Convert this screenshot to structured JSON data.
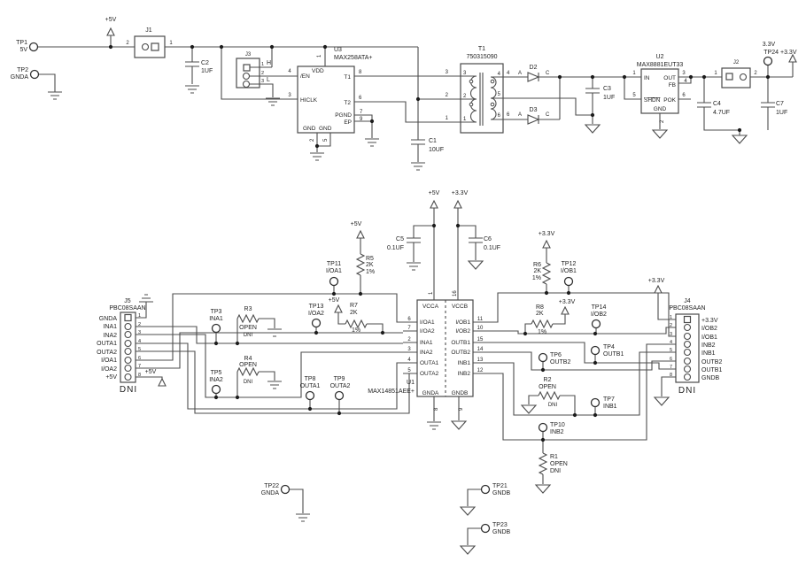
{
  "rails": {
    "p5": "+5V",
    "p33": "+3.3V"
  },
  "testpoints": {
    "tp1": {
      "ref": "TP1",
      "net": "5V"
    },
    "tp2": {
      "ref": "TP2",
      "net": "GNDA"
    },
    "tp3": {
      "ref": "TP3",
      "net": "INA1"
    },
    "tp4": {
      "ref": "TP4",
      "net": "OUTB1"
    },
    "tp5": {
      "ref": "TP5",
      "net": "INA2"
    },
    "tp6": {
      "ref": "TP6",
      "net": "OUTB2"
    },
    "tp7": {
      "ref": "TP7",
      "net": "INB1"
    },
    "tp8": {
      "ref": "TP8",
      "net": "OUTA1"
    },
    "tp9": {
      "ref": "TP9",
      "net": "OUTA2"
    },
    "tp10": {
      "ref": "TP10",
      "net": "INB2"
    },
    "tp11": {
      "ref": "TP11",
      "net": "I/OA1"
    },
    "tp12": {
      "ref": "TP12",
      "net": "I/OB1"
    },
    "tp13": {
      "ref": "TP13",
      "net": "I/OA2"
    },
    "tp14": {
      "ref": "TP14",
      "net": "I/OB2"
    },
    "tp21": {
      "ref": "TP21",
      "net": "GNDB"
    },
    "tp22": {
      "ref": "TP22",
      "net": "GNDA"
    },
    "tp23": {
      "ref": "TP23",
      "net": "GNDB"
    },
    "tp24": {
      "ref": "TP24",
      "net": "+3.3V",
      "rail": "3.3V"
    }
  },
  "connectors": {
    "j1": {
      "ref": "J1",
      "pin2": "2",
      "pin1": "1"
    },
    "j2": {
      "ref": "J2",
      "pin1": "1",
      "pin2": "2"
    },
    "j3": {
      "ref": "J3",
      "pins": [
        "1",
        "2",
        "3"
      ],
      "h": "H",
      "l": "L",
      "en_pin": "4"
    },
    "j5": {
      "ref": "J5",
      "part": "PBC08SAAN",
      "dni": "DNI",
      "nums": [
        "1",
        "2",
        "3",
        "4",
        "5",
        "6",
        "7",
        "8"
      ],
      "sigs": [
        "GNDA",
        "INA1",
        "INA2",
        "OUTA1",
        "OUTA2",
        "I/OA1",
        "I/OA2",
        "+5V"
      ]
    },
    "j4": {
      "ref": "J4",
      "part": "PBC08SAAN",
      "dni": "DNI",
      "nums": [
        "1",
        "2",
        "3",
        "4",
        "5",
        "6",
        "7",
        "8"
      ],
      "sigs": [
        "+3.3V",
        "I/OB2",
        "I/OB1",
        "INB2",
        "INB1",
        "OUTB2",
        "OUTB1",
        "GNDB"
      ]
    }
  },
  "u3": {
    "ref": "U3",
    "part": "MAX258ATA+",
    "en": "/EN",
    "vdd": "VDD",
    "hiclk": "HICLK",
    "t1": "T1",
    "t2": "T2",
    "pgnd": "PGND",
    "ep": "EP",
    "gnd": "GND",
    "n1": "1",
    "n2": "2",
    "n3": "3",
    "n4": "4",
    "n5": "5",
    "n6": "6",
    "n7": "7",
    "n8": "8",
    "n9": "9"
  },
  "u2": {
    "ref": "U2",
    "part": "MAX8881EUT33",
    "in": "IN",
    "out": "OUT",
    "fb": "FB",
    "shdn": "SHDN",
    "pok": "POK",
    "gnd": "GND",
    "n1": "1",
    "n2": "2",
    "n3": "3",
    "n4": "4",
    "n5": "5",
    "n6": "6"
  },
  "u1": {
    "ref": "U1",
    "part": "MAX14851AEE+",
    "vcca": "VCCA",
    "vccb": "VCCB",
    "gnda": "GNDA",
    "gndb": "GNDB",
    "n1": "1",
    "n16": "16",
    "n8": "8",
    "n9": "9",
    "left": [
      {
        "name": "I/OA1",
        "num": "6"
      },
      {
        "name": "I/OA2",
        "num": "7"
      },
      {
        "name": "INA1",
        "num": "2"
      },
      {
        "name": "INA2",
        "num": "3"
      },
      {
        "name": "OUTA1",
        "num": "4"
      },
      {
        "name": "OUTA2",
        "num": "5"
      }
    ],
    "right": [
      {
        "name": "I/OB1",
        "num": "11"
      },
      {
        "name": "I/OB2",
        "num": "10"
      },
      {
        "name": "OUTB1",
        "num": "15"
      },
      {
        "name": "OUTB2",
        "num": "14"
      },
      {
        "name": "INB1",
        "num": "13"
      },
      {
        "name": "INB2",
        "num": "12"
      }
    ]
  },
  "t1": {
    "ref": "T1",
    "part": "750315090",
    "lnums": [
      "3",
      "2",
      "1"
    ],
    "rnums": [
      "4",
      "5",
      "6"
    ],
    "a": "A",
    "c": "C"
  },
  "diodes": {
    "d2": "D2",
    "d3": "D3"
  },
  "caps": {
    "c1": {
      "ref": "C1",
      "val": "10UF"
    },
    "c2": {
      "ref": "C2",
      "val": "1UF"
    },
    "c3": {
      "ref": "C3",
      "val": "1UF"
    },
    "c4": {
      "ref": "C4",
      "val": "4.7UF"
    },
    "c5": {
      "ref": "C5",
      "val": "0.1UF"
    },
    "c6": {
      "ref": "C6",
      "val": "0.1UF"
    },
    "c7": {
      "ref": "C7",
      "val": "1UF"
    }
  },
  "resistors": {
    "r1": {
      "ref": "R1",
      "val": "OPEN",
      "note": "DNI"
    },
    "r2": {
      "ref": "R2",
      "val": "OPEN",
      "note": "DNI"
    },
    "r3": {
      "ref": "R3",
      "val": "OPEN",
      "note": "DNI"
    },
    "r4": {
      "ref": "R4",
      "val": "OPEN",
      "note": "DNI"
    },
    "r5": {
      "ref": "R5",
      "val": "2K",
      "tol": "1%"
    },
    "r6": {
      "ref": "R6",
      "val": "2K",
      "tol": "1%"
    },
    "r7": {
      "ref": "R7",
      "val": "2K",
      "tol": "1%"
    },
    "r8": {
      "ref": "R8",
      "val": "2K",
      "tol": "1%"
    }
  }
}
